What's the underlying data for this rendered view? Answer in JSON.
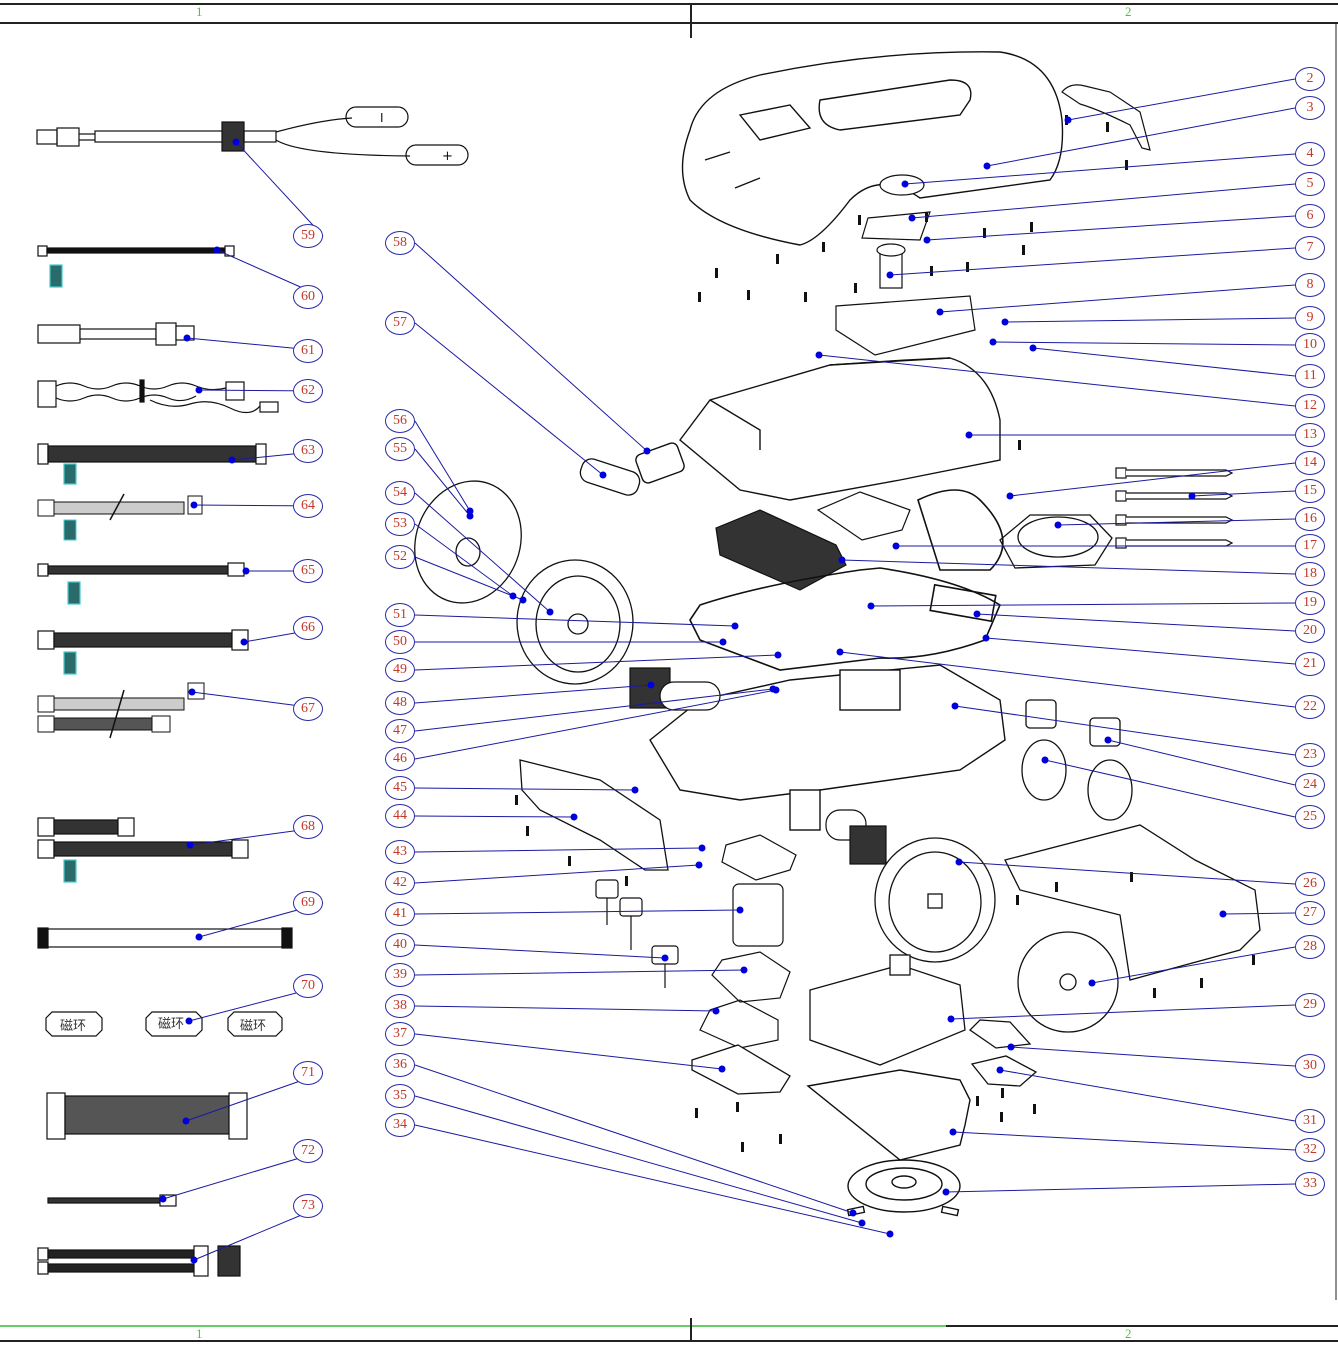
{
  "drawing": {
    "title": "Robotic lawn mower exploded parts diagram",
    "zones_top": [
      "1",
      "2"
    ],
    "zones_bottom": [
      "1",
      "2"
    ],
    "colors": {
      "frame": "#222222",
      "zone_text": "#4cc04c",
      "bottom_border_highlight": "#66cc66",
      "balloon_border": "#2a2aa8",
      "balloon_text": "#c0392b",
      "leader": "#1a1aa0",
      "anchor_dot": "#0000dd",
      "qr_tag": "#44cccc",
      "line_art": "#111111"
    }
  },
  "callouts": {
    "right": [
      "2",
      "3",
      "4",
      "5",
      "6",
      "7",
      "8",
      "9",
      "10",
      "11",
      "12",
      "13",
      "14",
      "15",
      "16",
      "17",
      "18",
      "19",
      "20",
      "21",
      "22",
      "23",
      "24",
      "25",
      "26",
      "27",
      "28",
      "29",
      "30",
      "31",
      "32",
      "33"
    ],
    "middle": [
      "58",
      "57",
      "56",
      "55",
      "54",
      "53",
      "52",
      "51",
      "50",
      "49",
      "48",
      "47",
      "46",
      "45",
      "44",
      "43",
      "42",
      "41",
      "40",
      "39",
      "38",
      "37",
      "36",
      "35",
      "34"
    ],
    "left": [
      "59",
      "60",
      "61",
      "62",
      "63",
      "64",
      "65",
      "66",
      "67",
      "68",
      "69",
      "70",
      "71",
      "72",
      "73"
    ]
  },
  "magnet_rings": {
    "labels": [
      "磁环",
      "磁环",
      "磁环"
    ]
  },
  "parts": {
    "top_cover": "top-shell",
    "rear_bumper_cover": "rear-cover",
    "chassis_upper": "upper-chassis",
    "chassis_lower": "lower-chassis",
    "drive_wheel_left": "drive-wheel",
    "drive_wheel_right": "drive-wheel",
    "front_caster_wheels": "caster-wheels",
    "bumper_frame": "bumper",
    "blade_disc": "blade-disc",
    "skid_plate": "skid-plate",
    "main_pcb": "pcb",
    "display_pcb": "display-board",
    "rain_sensor": "sensor-plate",
    "cable_ties": "cable-ties",
    "wire_harnesses": "harnesses"
  }
}
